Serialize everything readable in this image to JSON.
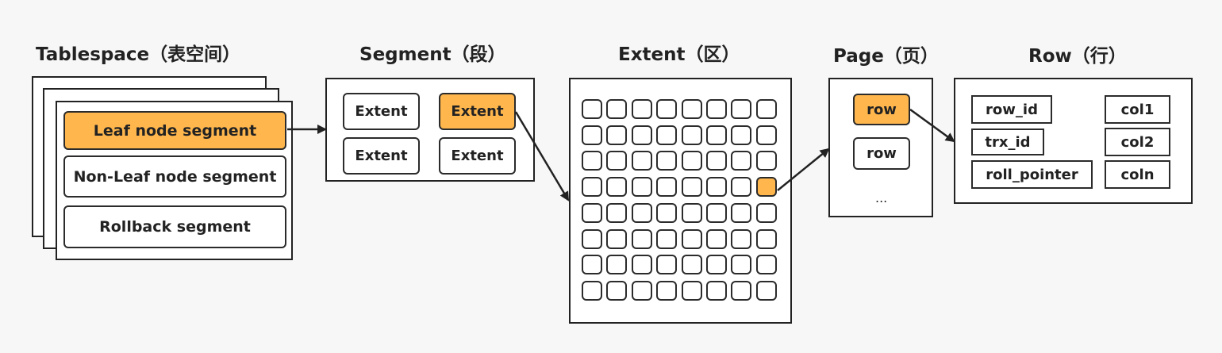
{
  "tablespace": {
    "title": "Tablespace（表空间）",
    "segments": [
      {
        "label": "Leaf node segment",
        "highlighted": true
      },
      {
        "label": "Non-Leaf node segment",
        "highlighted": false
      },
      {
        "label": "Rollback segment",
        "highlighted": false
      }
    ]
  },
  "segment": {
    "title": "Segment（段）",
    "extents": [
      {
        "label": "Extent",
        "highlighted": false
      },
      {
        "label": "Extent",
        "highlighted": true
      },
      {
        "label": "Extent",
        "highlighted": false
      },
      {
        "label": "Extent",
        "highlighted": false
      }
    ]
  },
  "extent": {
    "title": "Extent（区）",
    "grid_rows": 8,
    "grid_cols": 8,
    "highlighted_cell": {
      "row": 4,
      "col": 8
    }
  },
  "page": {
    "title": "Page（页）",
    "rows": [
      {
        "label": "row",
        "highlighted": true
      },
      {
        "label": "row",
        "highlighted": false
      }
    ],
    "more": "..."
  },
  "row": {
    "title": "Row（行）",
    "fields": [
      "row_id",
      "trx_id",
      "roll_pointer"
    ],
    "columns": [
      "col1",
      "col2",
      "coln"
    ]
  },
  "colors": {
    "highlight": "#ffb74d",
    "stroke": "#222222",
    "background": "#f7f7f7"
  }
}
